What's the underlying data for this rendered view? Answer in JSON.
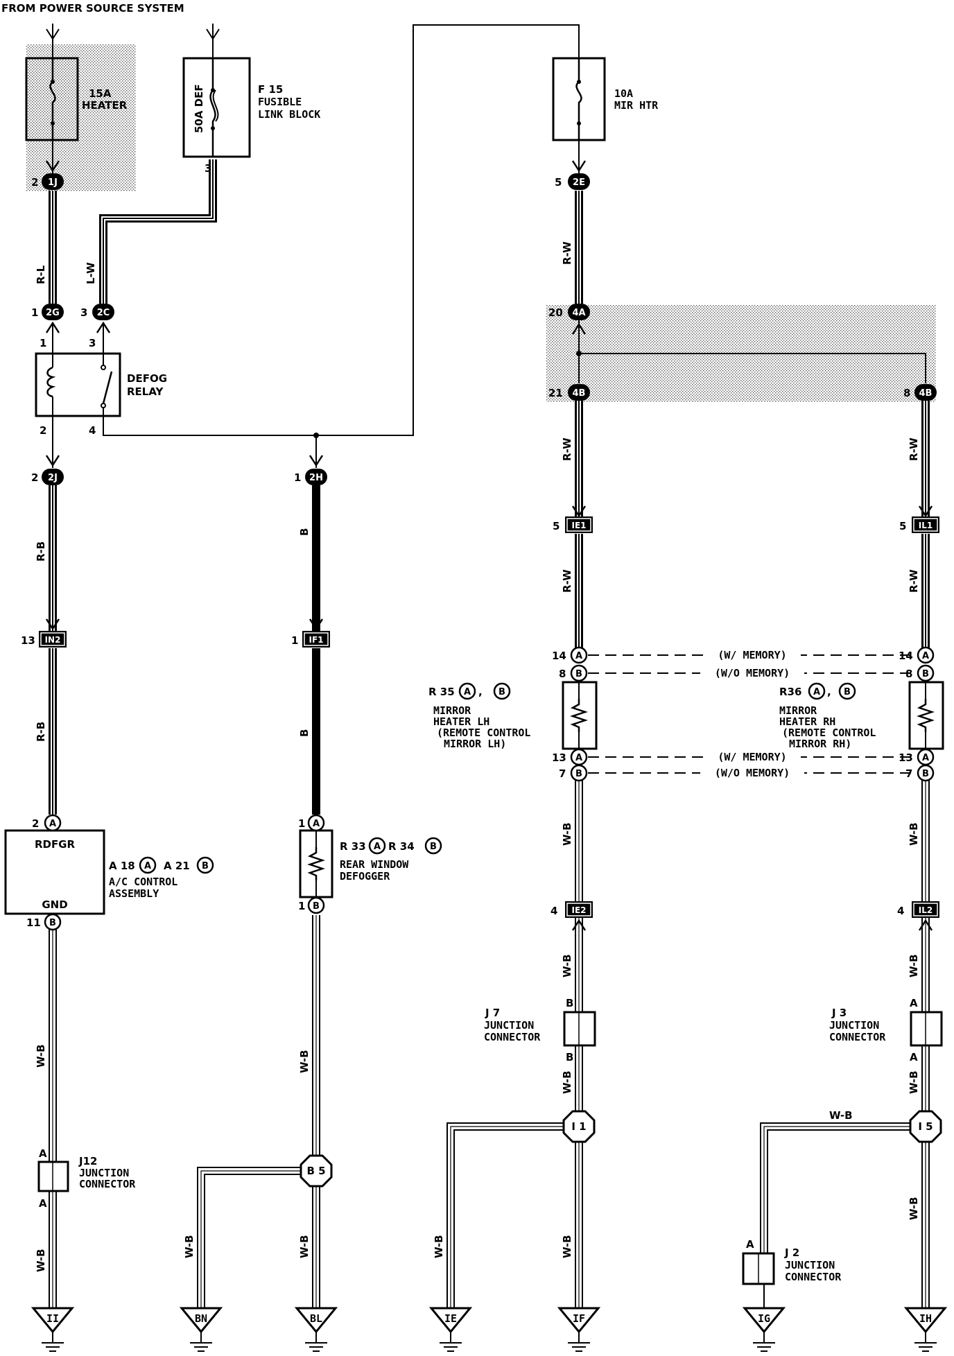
{
  "header": {
    "source": "FROM POWER SOURCE SYSTEM"
  },
  "fuses": {
    "heater": {
      "amp": "15A",
      "name": "HEATER"
    },
    "def": {
      "label": "50A DEF",
      "code": "F 15",
      "name1": "FUSIBLE",
      "name2": "LINK BLOCK",
      "pin": "3"
    },
    "mir": {
      "amp": "10A",
      "name": "MIR HTR"
    }
  },
  "wires": {
    "rl": "R-L",
    "lw": "L-W",
    "rb": "R-B",
    "b": "B",
    "rw": "R-W",
    "wb": "W-B"
  },
  "connectors": {
    "c1J": {
      "code": "1J",
      "pin": "2"
    },
    "c2G": {
      "code": "2G",
      "pin": "1"
    },
    "c2C": {
      "code": "2C",
      "pin": "3"
    },
    "c2J": {
      "code": "2J",
      "pin": "2"
    },
    "c2H": {
      "code": "2H",
      "pin": "1"
    },
    "c2E": {
      "code": "2E",
      "pin": "5"
    },
    "c4A": {
      "code": "4A",
      "pin": "20"
    },
    "c4B_l": {
      "code": "4B",
      "pin": "21"
    },
    "c4B_r": {
      "code": "4B",
      "pin": "8"
    },
    "cIN2": {
      "code": "IN2",
      "pin": "13"
    },
    "cIF1": {
      "code": "IF1",
      "pin": "1"
    },
    "cIE1": {
      "code": "IE1",
      "pin": "5"
    },
    "cIL1": {
      "code": "IL1",
      "pin": "5"
    },
    "cIE2": {
      "code": "IE2",
      "pin": "4"
    },
    "cIL2": {
      "code": "IL2",
      "pin": "4"
    }
  },
  "relay": {
    "name1": "DEFOG",
    "name2": "RELAY",
    "p1": "1",
    "p3": "3",
    "p2": "2",
    "p4": "4"
  },
  "ac": {
    "top": "RDFGR",
    "bottom": "GND",
    "code_a": "A 18",
    "code_b": "A 21",
    "name1": "A/C CONTROL",
    "name2": "ASSEMBLY",
    "pin_in": "2",
    "pin_out": "11",
    "letter_a": "A",
    "letter_b": "B"
  },
  "defogger": {
    "code_a": "R 33",
    "code_b": "R 34",
    "name1": "REAR WINDOW",
    "name2": "DEFOGGER",
    "pin_in": "1",
    "pin_out": "1",
    "letter_a": "A",
    "letter_b": "B"
  },
  "mirror_lh": {
    "code": "R 35",
    "n1": "MIRROR",
    "n2": "HEATER LH",
    "n3": "(REMOTE CONTROL",
    "n4": "MIRROR LH)",
    "pin_top_a": "14",
    "pin_top_b": "8",
    "pin_bot_a": "13",
    "pin_bot_b": "7"
  },
  "mirror_rh": {
    "code": "R36",
    "n1": "MIRROR",
    "n2": "HEATER RH",
    "n3": "(REMOTE CONTROL",
    "n4": "MIRROR RH)",
    "pin_top_a": "14",
    "pin_top_b": "8",
    "pin_bot_a": "13",
    "pin_bot_b": "7"
  },
  "memory": {
    "with": "(W/ MEMORY)",
    "without": "(W/O MEMORY)"
  },
  "junctions": {
    "j12": {
      "code": "J12",
      "n1": "JUNCTION",
      "n2": "CONNECTOR",
      "top": "A",
      "bot": "A"
    },
    "j7": {
      "code": "J 7",
      "n1": "JUNCTION",
      "n2": "CONNECTOR",
      "top": "B",
      "bot": "B"
    },
    "j3": {
      "code": "J 3",
      "n1": "JUNCTION",
      "n2": "CONNECTOR",
      "top": "A",
      "bot": "A"
    },
    "j2": {
      "code": "J 2",
      "n1": "JUNCTION",
      "n2": "CONNECTOR",
      "top": "A"
    }
  },
  "splices": {
    "b5": "B 5",
    "i1": "I 1",
    "i5": "I 5"
  },
  "grounds": {
    "ii": "II",
    "bn": "BN",
    "bl": "BL",
    "ie": "IE",
    "if": "IF",
    "ig": "IG",
    "ih": "IH"
  }
}
